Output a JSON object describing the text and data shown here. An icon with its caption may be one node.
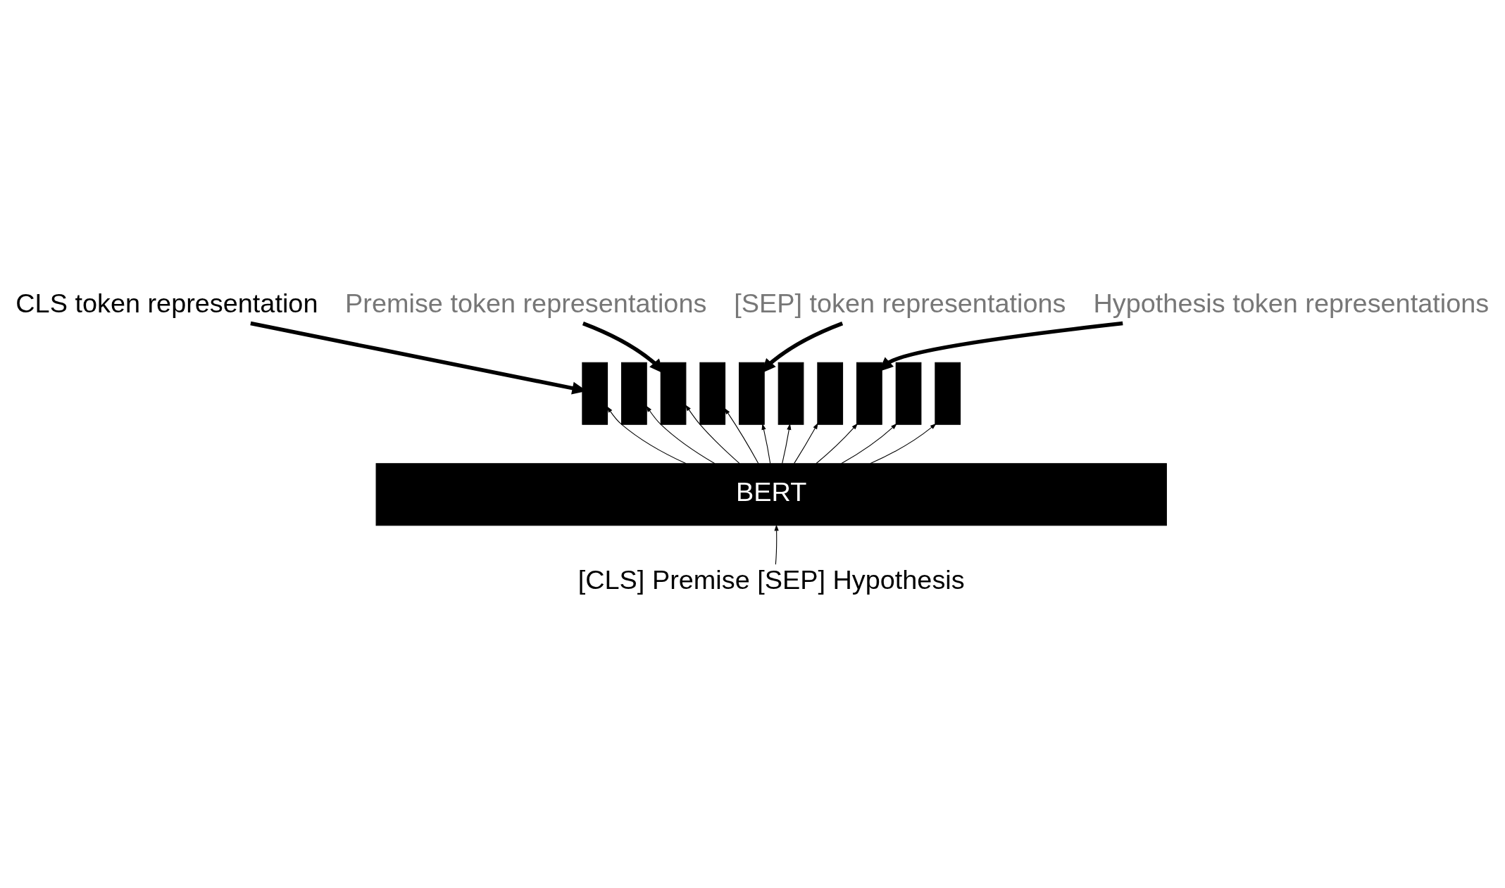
{
  "diagram": {
    "nodes": [
      {
        "text": [
          "CLS token representation"
        ]
      },
      {
        "text": [
          "Premise token representations"
        ]
      },
      {
        "text": [
          "[SEP] token representations"
        ]
      },
      {
        "text": [
          "Hypothesis token representations"
        ]
      },
      {
        "text": [],
        "shape": "bar"
      },
      {
        "text": [],
        "shape": "bar"
      },
      {
        "text": [],
        "shape": "bar"
      },
      {
        "text": [],
        "shape": "bar"
      },
      {
        "text": [],
        "shape": "bar"
      },
      {
        "text": [],
        "shape": "bar"
      },
      {
        "text": [],
        "shape": "bar"
      },
      {
        "text": [],
        "shape": "bar"
      },
      {
        "text": [],
        "shape": "bar"
      },
      {
        "text": [],
        "shape": "bar"
      },
      {
        "text": [
          "BERT"
        ]
      },
      {
        "text": [
          "[CLS] Premise [SEP] Hypothesis"
        ]
      }
    ],
    "edges": [
      {
        "from": 0,
        "to": 4,
        "arrow": "to",
        "style": "thick"
      },
      {
        "from": 1,
        "to": 6,
        "arrow": "to",
        "style": "thick"
      },
      {
        "from": 2,
        "to": 8,
        "arrow": "to",
        "style": "thick"
      },
      {
        "from": 3,
        "to": 11,
        "arrow": "to",
        "style": "thick"
      },
      {
        "from": 14,
        "to": 4,
        "arrow": "to"
      },
      {
        "from": 14,
        "to": 5,
        "arrow": "to"
      },
      {
        "from": 14,
        "to": 6,
        "arrow": "to"
      },
      {
        "from": 14,
        "to": 7,
        "arrow": "to"
      },
      {
        "from": 14,
        "to": 8,
        "arrow": "to"
      },
      {
        "from": 14,
        "to": 9,
        "arrow": "to"
      },
      {
        "from": 14,
        "to": 10,
        "arrow": "to"
      },
      {
        "from": 14,
        "to": 11,
        "arrow": "to"
      },
      {
        "from": 14,
        "to": 12,
        "arrow": "to"
      },
      {
        "from": 14,
        "to": 13,
        "arrow": "to"
      },
      {
        "from": 15,
        "to": 14,
        "arrow": "to"
      }
    ]
  }
}
